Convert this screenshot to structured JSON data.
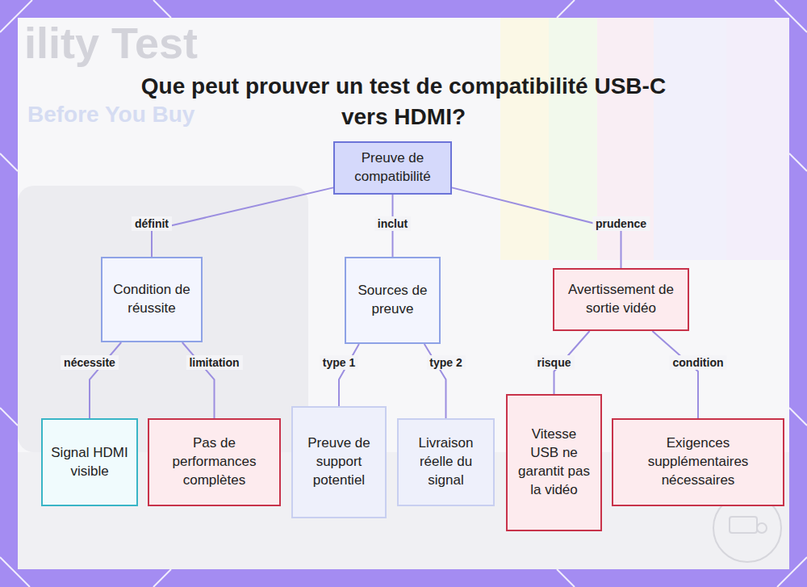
{
  "diagram": {
    "title": "Que peut prouver un test de compatibilité USB-C vers HDMI?",
    "nodes": [
      {
        "text": [
          "Preuve de compatibilité"
        ]
      },
      {
        "text": [
          "Condition de réussite"
        ]
      },
      {
        "text": [
          "Sources de preuve"
        ]
      },
      {
        "text": [
          "Avertissement de sortie vidéo"
        ]
      },
      {
        "text": [
          "Signal HDMI visible"
        ]
      },
      {
        "text": [
          "Pas de performances complètes"
        ]
      },
      {
        "text": [
          "Preuve de support potentiel"
        ]
      },
      {
        "text": [
          "Livraison réelle du signal"
        ]
      },
      {
        "text": [
          "Vitesse USB ne garantit pas la vidéo"
        ]
      },
      {
        "text": [
          "Exigences supplémentaires nécessaires"
        ]
      }
    ],
    "edges": [
      {
        "from": 0,
        "to": 1,
        "label": "définit",
        "arrow": "none"
      },
      {
        "from": 0,
        "to": 2,
        "label": "inclut",
        "arrow": "none"
      },
      {
        "from": 0,
        "to": 3,
        "label": "prudence",
        "arrow": "none"
      },
      {
        "from": 1,
        "to": 4,
        "label": "nécessite",
        "arrow": "none"
      },
      {
        "from": 1,
        "to": 5,
        "label": "limitation",
        "arrow": "none"
      },
      {
        "from": 2,
        "to": 6,
        "label": "type 1",
        "arrow": "none"
      },
      {
        "from": 2,
        "to": 7,
        "label": "type 2",
        "arrow": "none"
      },
      {
        "from": 3,
        "to": 8,
        "label": "risque",
        "arrow": "none"
      },
      {
        "from": 3,
        "to": 9,
        "label": "condition",
        "arrow": "none"
      }
    ],
    "labels": [
      "ility Test",
      "Before You Buy"
    ]
  }
}
